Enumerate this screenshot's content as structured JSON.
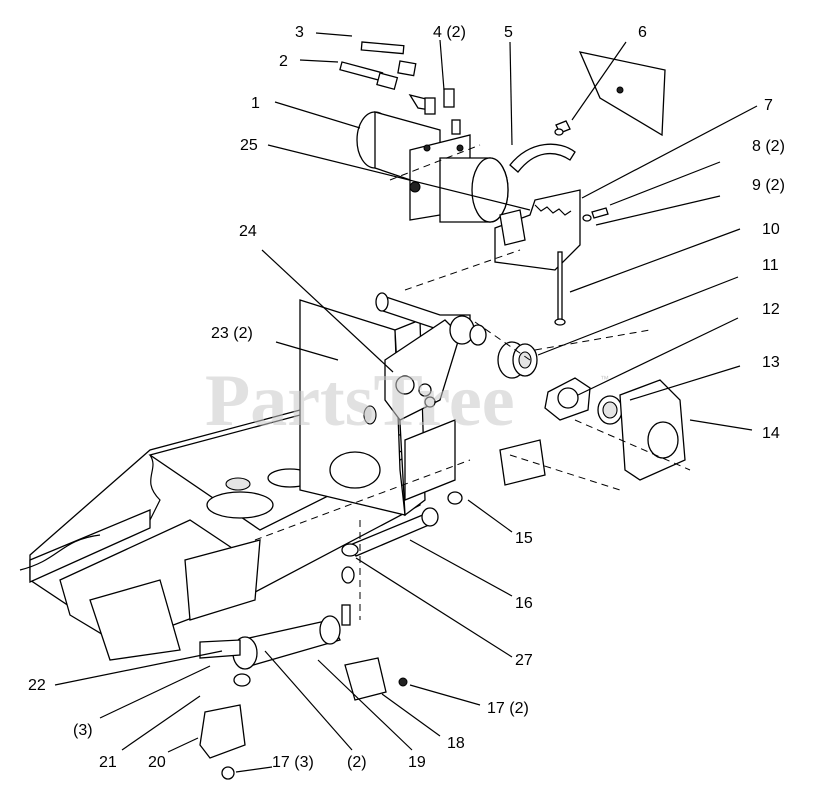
{
  "watermark": {
    "text": "PartsTree",
    "tm": "™"
  },
  "callouts": [
    {
      "id": "c3",
      "text": "3"
    },
    {
      "id": "c4",
      "text": "4 (2)"
    },
    {
      "id": "c5",
      "text": "5"
    },
    {
      "id": "c6",
      "text": "6"
    },
    {
      "id": "c2",
      "text": "2"
    },
    {
      "id": "c1",
      "text": "1"
    },
    {
      "id": "c7",
      "text": "7"
    },
    {
      "id": "c8",
      "text": "8 (2)"
    },
    {
      "id": "c25",
      "text": "25"
    },
    {
      "id": "c9",
      "text": "9 (2)"
    },
    {
      "id": "c10",
      "text": "10"
    },
    {
      "id": "c24",
      "text": "24"
    },
    {
      "id": "c11",
      "text": "11"
    },
    {
      "id": "c12",
      "text": "12"
    },
    {
      "id": "c23",
      "text": "23 (2)"
    },
    {
      "id": "c13",
      "text": "13"
    },
    {
      "id": "c14",
      "text": "14"
    },
    {
      "id": "c15",
      "text": "15"
    },
    {
      "id": "c16",
      "text": "16"
    },
    {
      "id": "c27",
      "text": "27"
    },
    {
      "id": "c22",
      "text": "22"
    },
    {
      "id": "c17a",
      "text": "17 (2)"
    },
    {
      "id": "c3b",
      "text": "(3)"
    },
    {
      "id": "c18",
      "text": "18"
    },
    {
      "id": "c21",
      "text": "21"
    },
    {
      "id": "c20",
      "text": "20"
    },
    {
      "id": "c17b",
      "text": "17 (3)"
    },
    {
      "id": "c2b",
      "text": "(2)"
    },
    {
      "id": "c19",
      "text": "19"
    }
  ]
}
